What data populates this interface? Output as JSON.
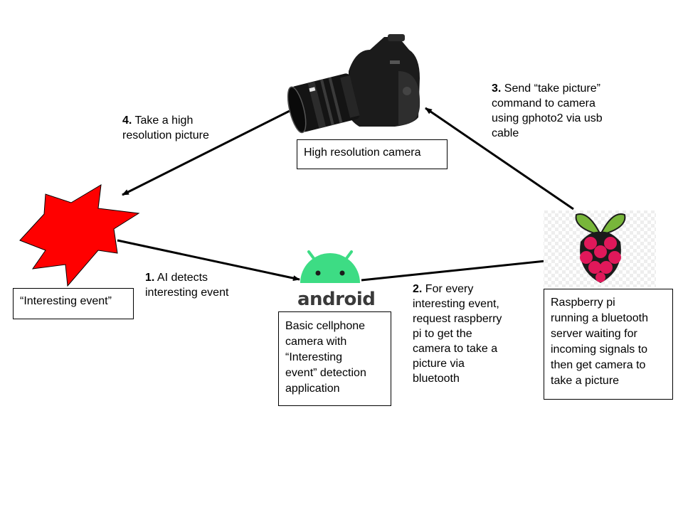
{
  "nodes": {
    "camera": {
      "caption": "High resolution camera",
      "icon": "dslr-camera-icon"
    },
    "event": {
      "caption": "“Interesting event”",
      "icon": "red-starburst-icon",
      "color": "#ff0000"
    },
    "phone": {
      "caption_lines": [
        "Basic cellphone",
        "camera with",
        "“Interesting",
        "event” detection",
        "application"
      ],
      "logo_word": "android",
      "icon": "android-robot-icon",
      "logo_color": "#3ddc84"
    },
    "pi": {
      "caption_lines": [
        "Raspberry pi",
        "running a bluetooth",
        "server waiting for",
        "incoming signals to",
        "then get camera to",
        "take a picture"
      ],
      "icon": "raspberry-pi-icon",
      "berry_color": "#e0185a",
      "leaf_color": "#78b63a"
    }
  },
  "steps": [
    {
      "num": "1.",
      "lines": [
        "AI detects",
        "interesting event"
      ]
    },
    {
      "num": "2.",
      "lines": [
        "For every",
        "interesting event,",
        "request raspberry",
        "pi to get the",
        "camera to take a",
        "picture via",
        "bluetooth"
      ]
    },
    {
      "num": "3.",
      "lines": [
        "Send “take picture”",
        "command to camera",
        "using gphoto2 via usb",
        "cable"
      ]
    },
    {
      "num": "4.",
      "lines": [
        "Take a high",
        "resolution picture"
      ]
    }
  ]
}
